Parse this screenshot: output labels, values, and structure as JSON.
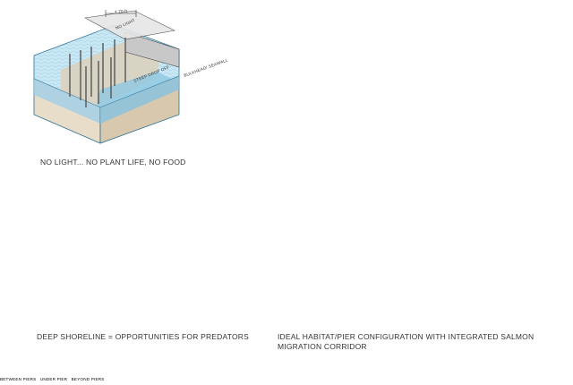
{
  "captions": {
    "top_left": "NO LIGHT... NO PLANT LIFE, NO FOOD",
    "bottom_left": "DEEP SHORELINE = OPPORTUNITIES FOR PREDATORS",
    "right_line1": "IDEAL HABITAT/PIER CONFIGURATION WITH INTEGRATED SALMON",
    "right_line2": "MIGRATION CORRIDOR"
  },
  "annotations": {
    "pier_width": "± 70 ft",
    "no_light": "NO LIGHT",
    "steep_drop": "STEEP DROP OFF",
    "bulkhead": "BULKHEAD/ SEAWALL",
    "between_piers": "BETWEEN PIERS",
    "under_pier": "UNDER PIER",
    "beyond_piers": "BEYOND PIERS"
  },
  "colors": {
    "water": "#bfe3f2",
    "water_dark": "#6fb8dc",
    "soil": "#ddd0bb",
    "fish": "#c8307f",
    "grass": "#8cc06a",
    "sun": "#f4d21c"
  }
}
